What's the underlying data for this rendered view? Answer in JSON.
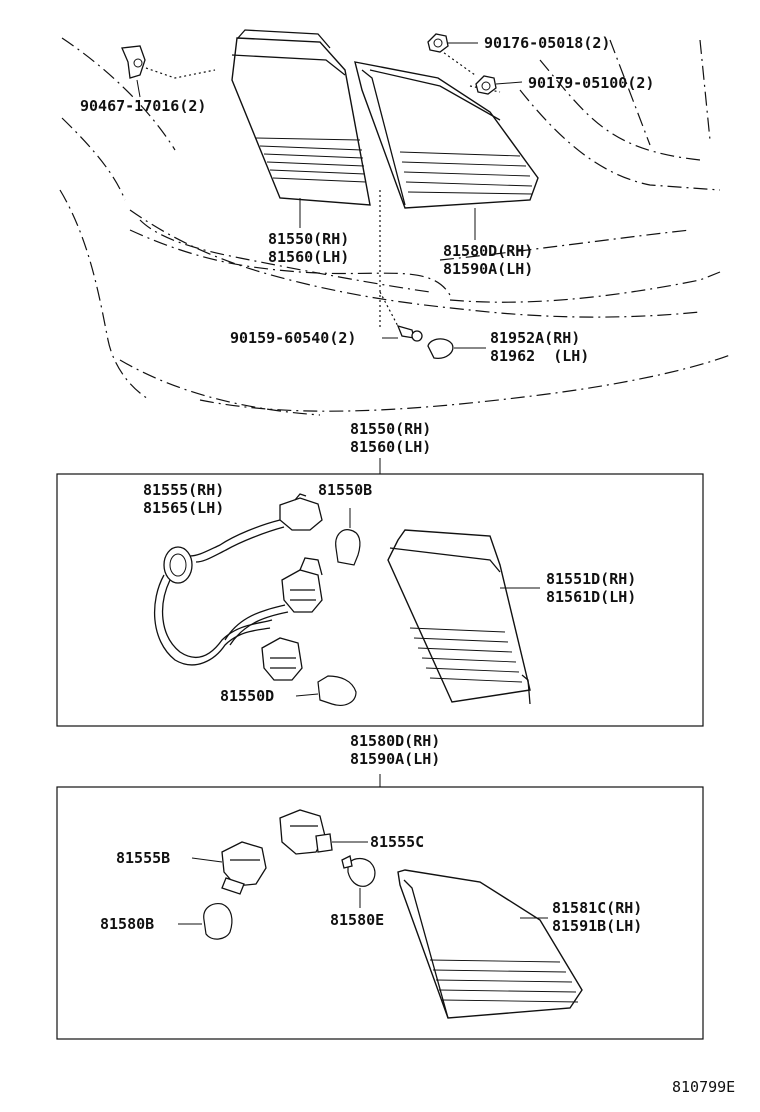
{
  "diagram": {
    "code": "810799E",
    "callouts": {
      "c90467": "90467-17016(2)",
      "c90176": "90176-05018(2)",
      "c90179": "90179-05100(2)",
      "c81550_rh": "81550(RH)",
      "c81560_lh": "81560(LH)",
      "c81580d_rh": "81580D(RH)",
      "c81590a_lh": "81590A(LH)",
      "c90159": "90159-60540(2)",
      "c81952a_rh": "81952A(RH)",
      "c81962_lh": "81962  (LH)"
    },
    "box1": {
      "title_rh": "81550(RH)",
      "title_lh": "81560(LH)",
      "c81555_rh": "81555(RH)",
      "c81565_lh": "81565(LH)",
      "c81550b": "81550B",
      "c81551d_rh": "81551D(RH)",
      "c81561d_lh": "81561D(LH)",
      "c81550d": "81550D"
    },
    "box2": {
      "title_rh": "81580D(RH)",
      "title_lh": "81590A(LH)",
      "c81555c": "81555C",
      "c81555b": "81555B",
      "c81580b": "81580B",
      "c81580e": "81580E",
      "c81581c_rh": "81581C(RH)",
      "c81591b_lh": "81591B(LH)"
    }
  }
}
